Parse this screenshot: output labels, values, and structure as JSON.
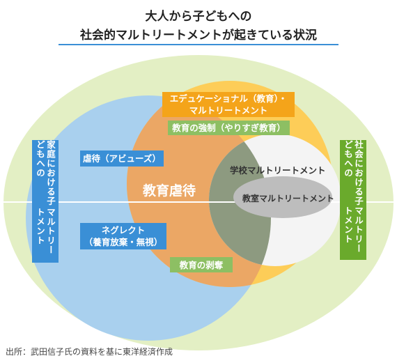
{
  "title": {
    "line1": "大人から子どもへの",
    "line2": "社会的マルトリートメントが起きている状況"
  },
  "labels": {
    "family": {
      "line1": "家庭における子どもへの",
      "line2": "マルトリートメント"
    },
    "society": {
      "line1": "社会における子どもへの",
      "line2": "マルトリートメント"
    },
    "educational": {
      "line1": "エデュケーショナル（教育）・",
      "line2": "マルトリートメント"
    },
    "forced_education": "教育の強制（やりすぎ教育）",
    "abuse": "虐待（アビューズ）",
    "educational_abuse": "教育虐待",
    "school": "学校マルトリートメント",
    "classroom": "教室マルトリートメント",
    "neglect": {
      "line1": "ネグレクト",
      "line2": "（養育放棄・無視）"
    },
    "deprivation": "教育の剥奪"
  },
  "credit": "出所：武田信子氏の資料を基に東洋経済作成",
  "colors": {
    "outer_green": "#e3efc4",
    "family_blue": "#a9d0ee",
    "education_yellow": "#fdcd58",
    "overlap_orange": "#eba765",
    "school_white": "#f4f4f4",
    "classroom_gray": "#bdbdbd",
    "blue_label": "#3a8fd6",
    "green_label": "#6aaa2c",
    "orange_label": "#f4a41a",
    "light_green_label": "#8dbf63",
    "rule_blue": "#3a8fd6"
  }
}
